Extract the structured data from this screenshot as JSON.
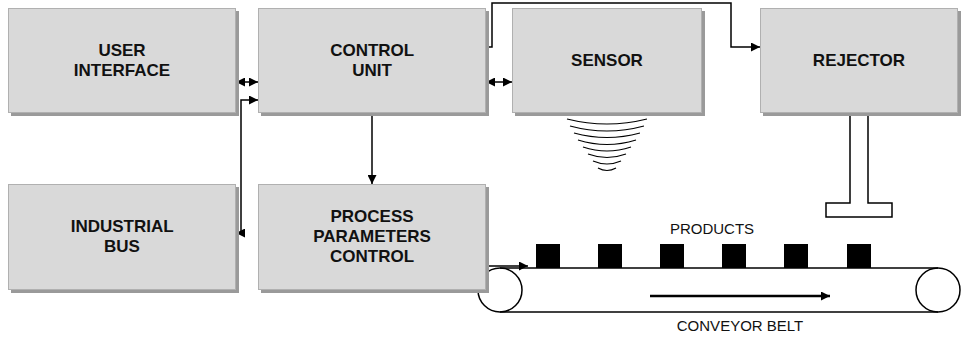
{
  "diagram": {
    "nodes": [
      {
        "text": [
          "USER INTERFACE"
        ]
      },
      {
        "text": [
          "CONTROL UNIT"
        ]
      },
      {
        "text": [
          "SENSOR"
        ]
      },
      {
        "text": [
          "REJECTOR"
        ]
      },
      {
        "text": [
          "INDUSTRIAL BUS"
        ]
      },
      {
        "text": [
          "PROCESS PARAMETERS CONTROL"
        ]
      }
    ],
    "edges": [
      {
        "from": 0,
        "to": 1,
        "arrow": "both"
      },
      {
        "from": 1,
        "to": 4,
        "arrow": "both"
      },
      {
        "from": 1,
        "to": 2,
        "arrow": "both"
      },
      {
        "from": 1,
        "to": 3,
        "arrow": "to"
      },
      {
        "from": 1,
        "to": 5,
        "arrow": "to"
      }
    ],
    "labels": [
      "PRODUCTS",
      "CONVEYOR BELT"
    ]
  }
}
